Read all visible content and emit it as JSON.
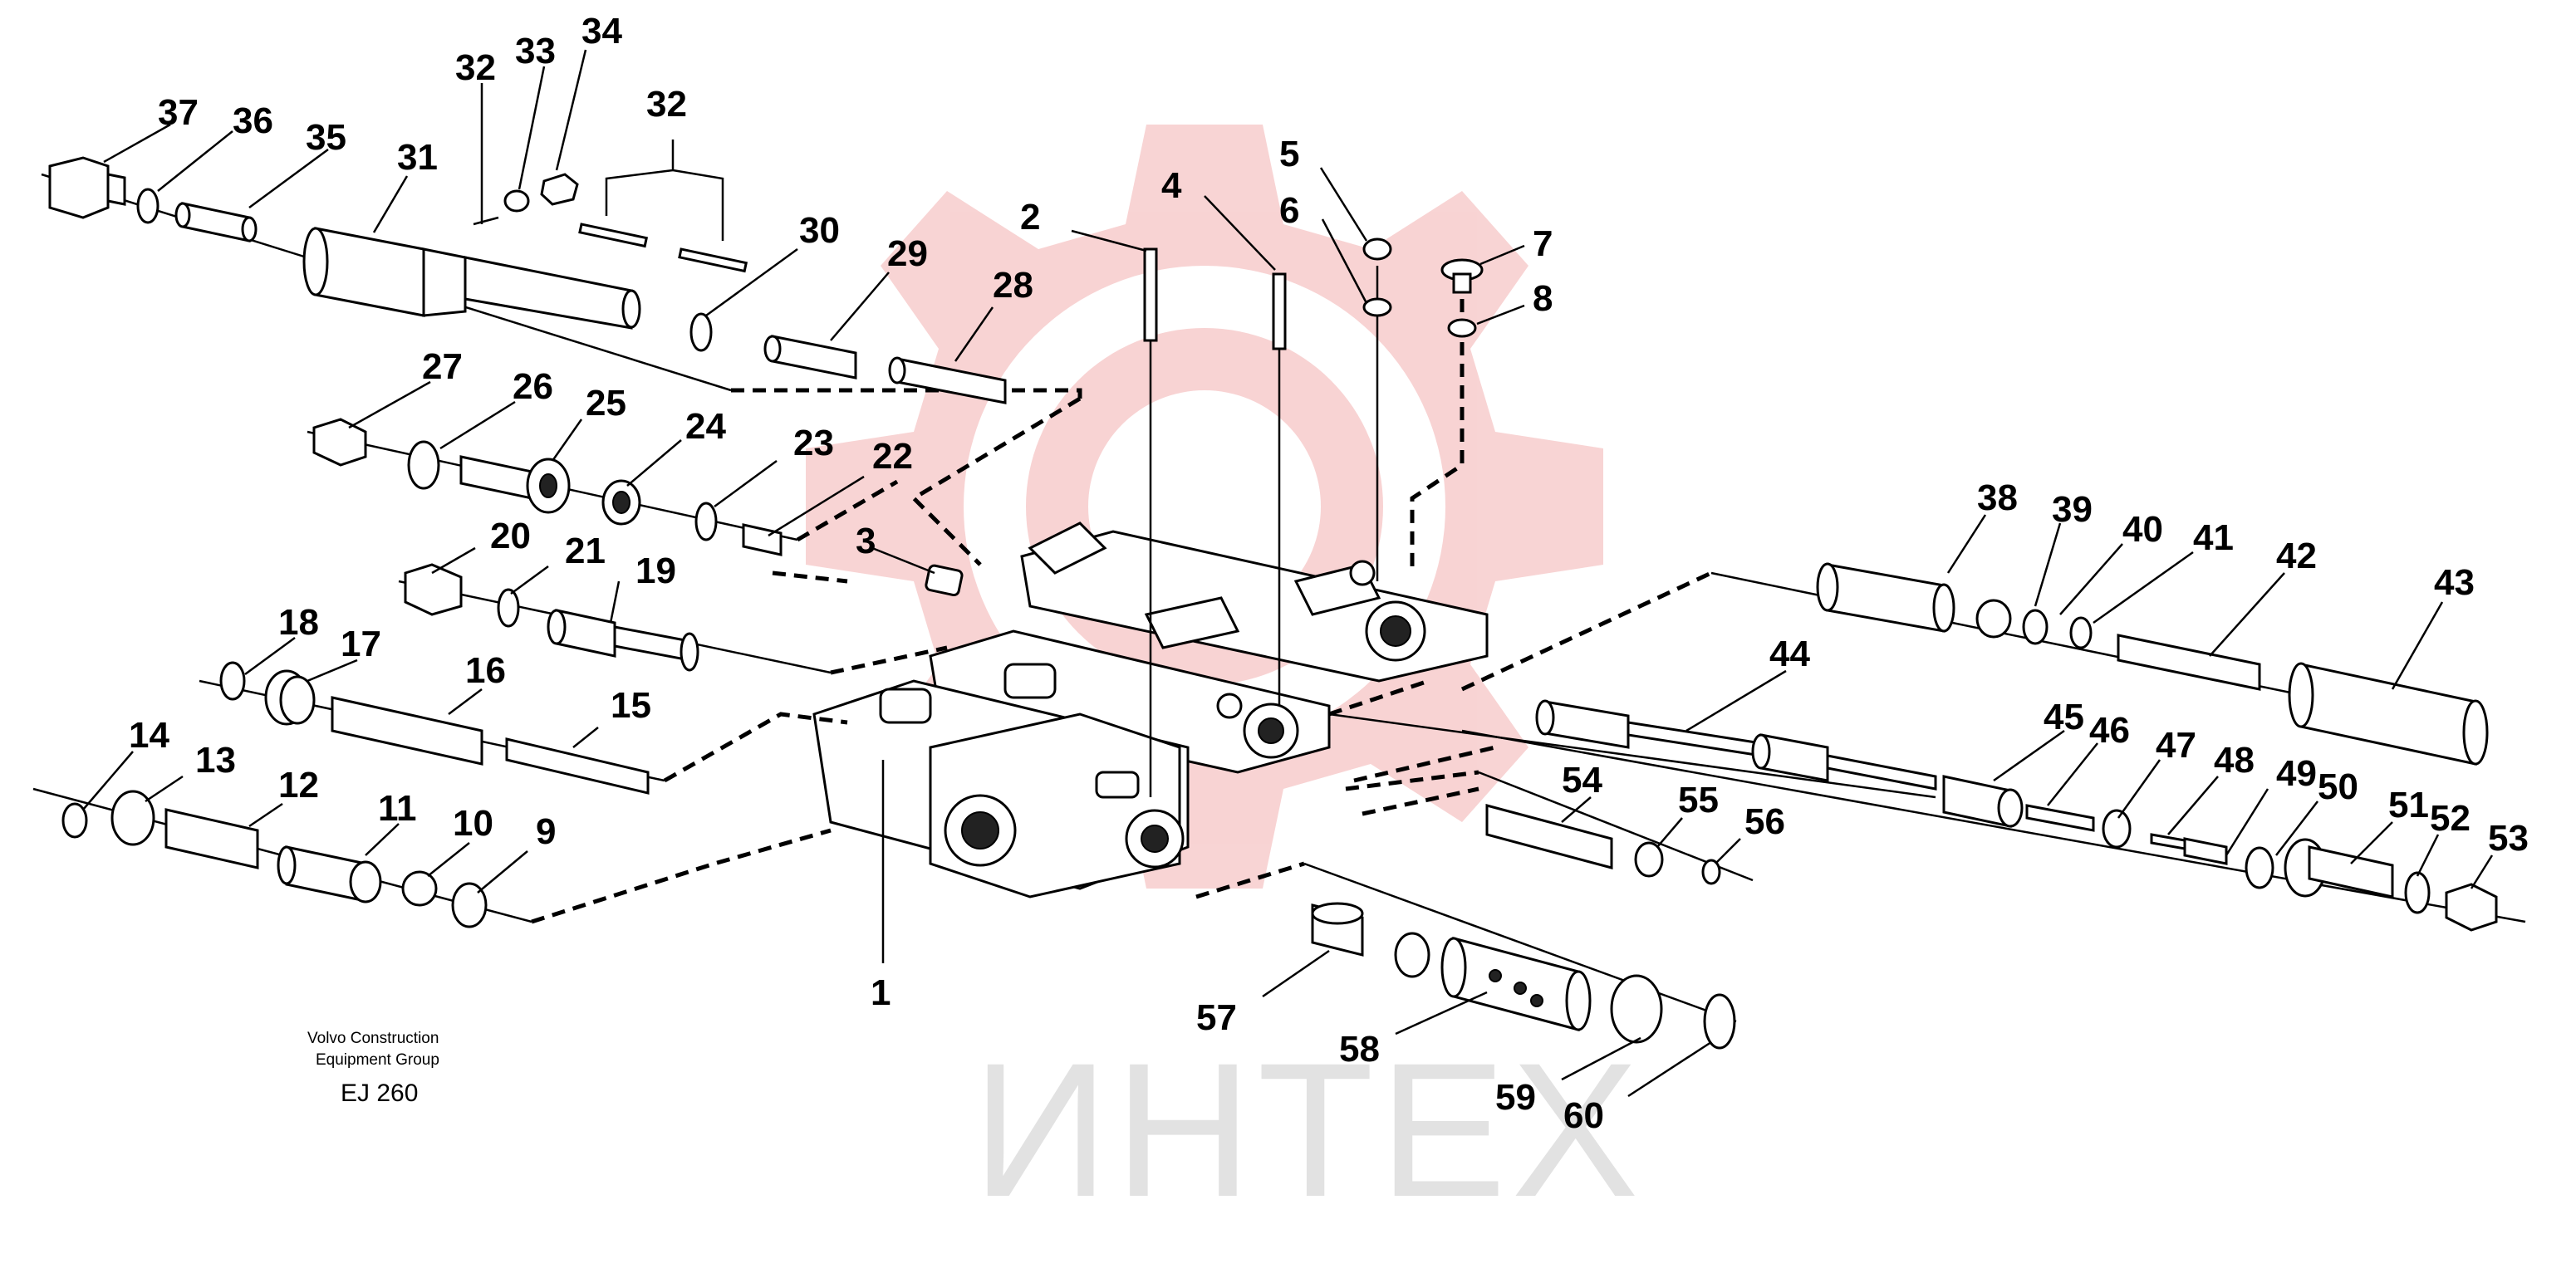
{
  "watermark": {
    "text": "ИНТЕХ",
    "gear_color": "#f7cccc",
    "text_color": "#e2e2e2"
  },
  "caption": {
    "line1": "Volvo Construction",
    "line2": "Equipment Group",
    "code": "EJ 260"
  },
  "labels": [
    {
      "id": "1",
      "text": "1"
    },
    {
      "id": "2",
      "text": "2"
    },
    {
      "id": "3",
      "text": "3"
    },
    {
      "id": "4",
      "text": "4"
    },
    {
      "id": "5",
      "text": "5"
    },
    {
      "id": "6",
      "text": "6"
    },
    {
      "id": "7",
      "text": "7"
    },
    {
      "id": "8",
      "text": "8"
    },
    {
      "id": "9",
      "text": "9"
    },
    {
      "id": "10",
      "text": "10"
    },
    {
      "id": "11",
      "text": "11"
    },
    {
      "id": "12",
      "text": "12"
    },
    {
      "id": "13",
      "text": "13"
    },
    {
      "id": "14",
      "text": "14"
    },
    {
      "id": "15",
      "text": "15"
    },
    {
      "id": "16",
      "text": "16"
    },
    {
      "id": "17",
      "text": "17"
    },
    {
      "id": "18",
      "text": "18"
    },
    {
      "id": "19",
      "text": "19"
    },
    {
      "id": "20",
      "text": "20"
    },
    {
      "id": "21",
      "text": "21"
    },
    {
      "id": "22",
      "text": "22"
    },
    {
      "id": "23",
      "text": "23"
    },
    {
      "id": "24",
      "text": "24"
    },
    {
      "id": "25",
      "text": "25"
    },
    {
      "id": "26",
      "text": "26"
    },
    {
      "id": "27",
      "text": "27"
    },
    {
      "id": "28",
      "text": "28"
    },
    {
      "id": "29",
      "text": "29"
    },
    {
      "id": "30",
      "text": "30"
    },
    {
      "id": "31",
      "text": "31"
    },
    {
      "id": "32a",
      "text": "32"
    },
    {
      "id": "32b",
      "text": "32"
    },
    {
      "id": "33",
      "text": "33"
    },
    {
      "id": "34",
      "text": "34"
    },
    {
      "id": "35",
      "text": "35"
    },
    {
      "id": "36",
      "text": "36"
    },
    {
      "id": "37",
      "text": "37"
    },
    {
      "id": "38",
      "text": "38"
    },
    {
      "id": "39",
      "text": "39"
    },
    {
      "id": "40",
      "text": "40"
    },
    {
      "id": "41",
      "text": "41"
    },
    {
      "id": "42",
      "text": "42"
    },
    {
      "id": "43",
      "text": "43"
    },
    {
      "id": "44",
      "text": "44"
    },
    {
      "id": "45",
      "text": "45"
    },
    {
      "id": "46",
      "text": "46"
    },
    {
      "id": "47",
      "text": "47"
    },
    {
      "id": "48",
      "text": "48"
    },
    {
      "id": "49",
      "text": "49"
    },
    {
      "id": "50",
      "text": "50"
    },
    {
      "id": "51",
      "text": "51"
    },
    {
      "id": "52",
      "text": "52"
    },
    {
      "id": "53",
      "text": "53"
    },
    {
      "id": "54",
      "text": "54"
    },
    {
      "id": "55",
      "text": "55"
    },
    {
      "id": "56",
      "text": "56"
    },
    {
      "id": "57",
      "text": "57"
    },
    {
      "id": "58",
      "text": "58"
    },
    {
      "id": "59",
      "text": "59"
    },
    {
      "id": "60",
      "text": "60"
    }
  ]
}
